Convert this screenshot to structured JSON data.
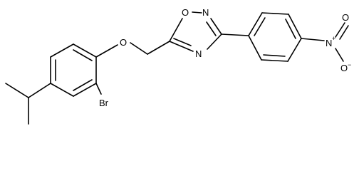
{
  "molecule": {
    "atoms": {
      "bromine": "Br",
      "ether_oxygen": "O",
      "ring_oxygen": "O",
      "ring_nitrogen_top": "N",
      "ring_nitrogen_bottom": "N",
      "nitro_nitrogen": "N",
      "nitro_nitrogen_charge": "+",
      "nitro_oxygen_top": "O",
      "nitro_oxygen_bottom": "O",
      "nitro_oxygen_charge": "−"
    },
    "colors": {
      "bond": "#000000",
      "label": "#000000",
      "background": "#ffffff"
    }
  }
}
